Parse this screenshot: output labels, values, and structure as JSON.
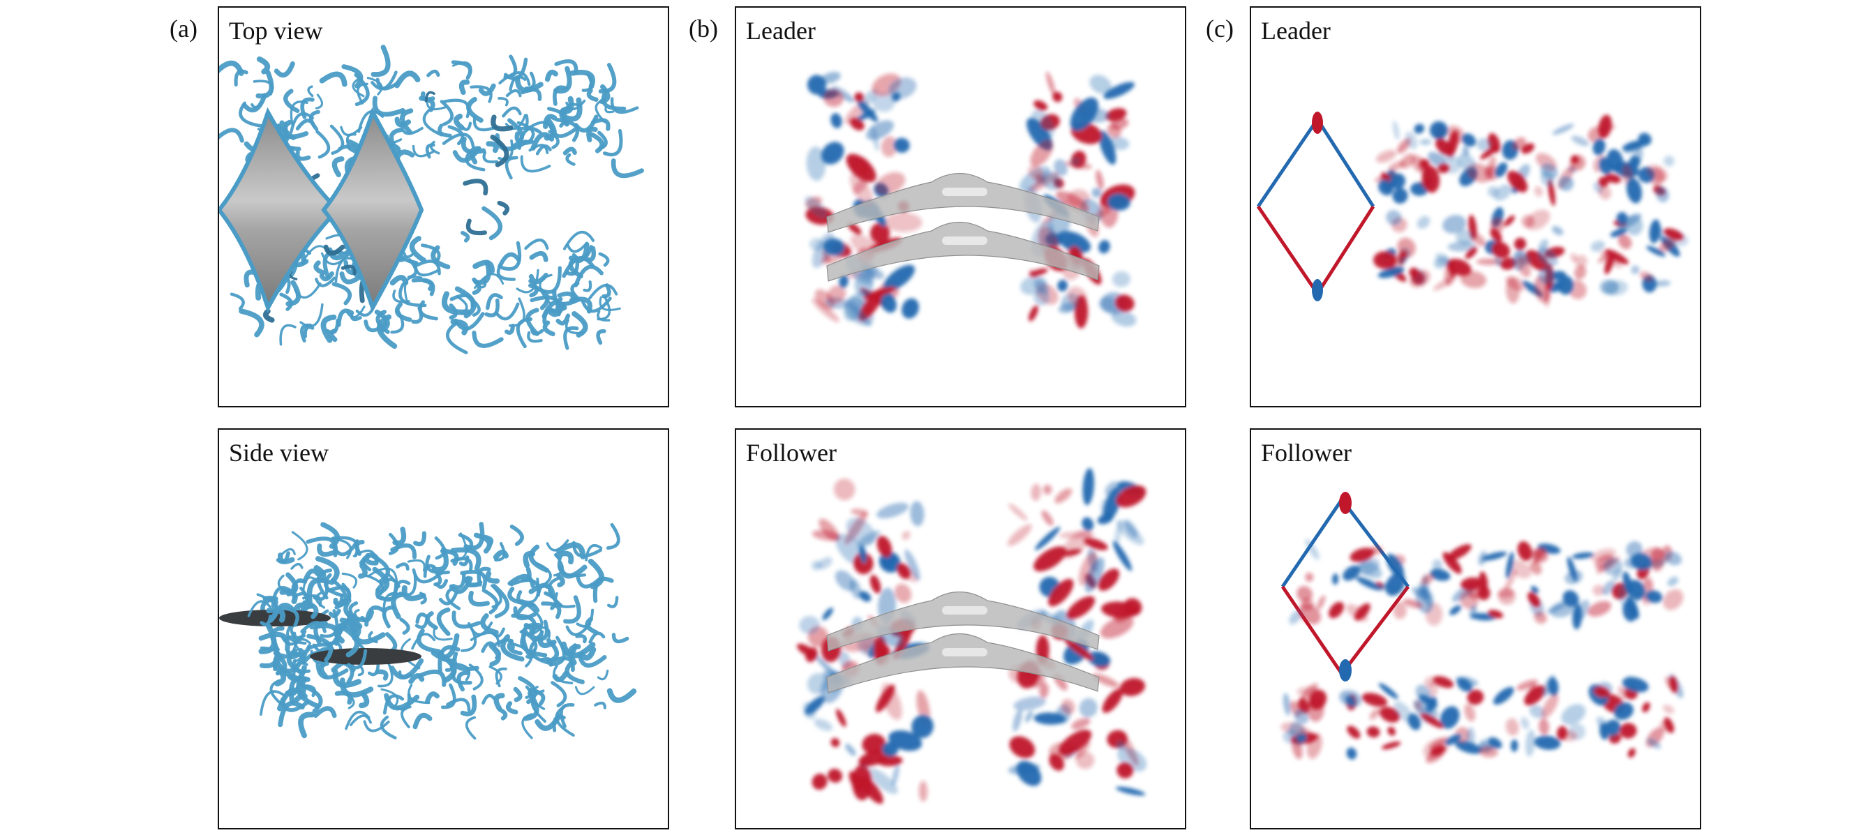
{
  "figure": {
    "columns": [
      {
        "label": "(a)",
        "panels": [
          {
            "title": "Top view",
            "kind": "isosurface-top"
          },
          {
            "title": "Side view",
            "kind": "isosurface-side"
          }
        ]
      },
      {
        "label": "(b)",
        "panels": [
          {
            "title": "Leader",
            "kind": "vorticity-front"
          },
          {
            "title": "Follower",
            "kind": "vorticity-front"
          }
        ]
      },
      {
        "label": "(c)",
        "panels": [
          {
            "title": "Leader",
            "kind": "vorticity-top"
          },
          {
            "title": "Follower",
            "kind": "vorticity-top"
          }
        ]
      }
    ],
    "colors": {
      "isosurface": "#4a9cc6",
      "isosurface_dark": "#2f6f94",
      "body": "#9a9a9a",
      "positive_vorticity": "#c0172a",
      "negative_vorticity": "#2369b0",
      "frame": "#111111"
    }
  }
}
